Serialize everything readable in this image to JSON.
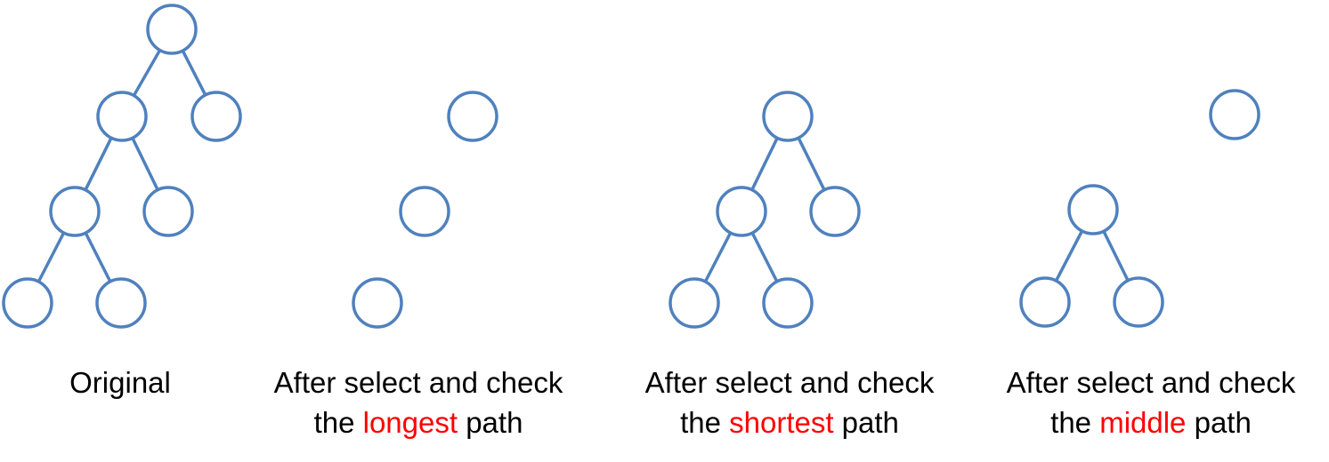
{
  "colors": {
    "node_stroke": "#4f81bd",
    "edge_stroke": "#4f81bd",
    "text": "#000000",
    "highlight": "#ff0000"
  },
  "panels": [
    {
      "id": "original",
      "caption": {
        "line1": "Original",
        "line2_pre": "",
        "line2_highlight": "",
        "line2_post": ""
      },
      "nodes": [
        "root",
        "L",
        "R",
        "LL",
        "LR",
        "LLL",
        "LLR"
      ],
      "edges": [
        [
          "root",
          "L"
        ],
        [
          "root",
          "R"
        ],
        [
          "L",
          "LL"
        ],
        [
          "L",
          "LR"
        ],
        [
          "LL",
          "LLL"
        ],
        [
          "LL",
          "LLR"
        ]
      ]
    },
    {
      "id": "longest",
      "caption": {
        "line1": "After select and check",
        "line2_pre": "the ",
        "line2_highlight": "longest",
        "line2_post": " path"
      },
      "nodes": [
        "R",
        "LR",
        "LLL"
      ],
      "edges": []
    },
    {
      "id": "shortest",
      "caption": {
        "line1": "After select and check",
        "line2_pre": "the ",
        "line2_highlight": "shortest",
        "line2_post": " path"
      },
      "nodes": [
        "L",
        "LL",
        "LR",
        "LLL",
        "LLR"
      ],
      "edges": [
        [
          "L",
          "LL"
        ],
        [
          "L",
          "LR"
        ],
        [
          "LL",
          "LLL"
        ],
        [
          "LL",
          "LLR"
        ]
      ]
    },
    {
      "id": "middle",
      "caption": {
        "line1": "After select and check",
        "line2_pre": "the ",
        "line2_highlight": "middle",
        "line2_post": " path"
      },
      "nodes": [
        "R",
        "LL",
        "LLL",
        "LLR"
      ],
      "edges": [
        [
          "LL",
          "LLL"
        ],
        [
          "LL",
          "LLR"
        ]
      ]
    }
  ]
}
